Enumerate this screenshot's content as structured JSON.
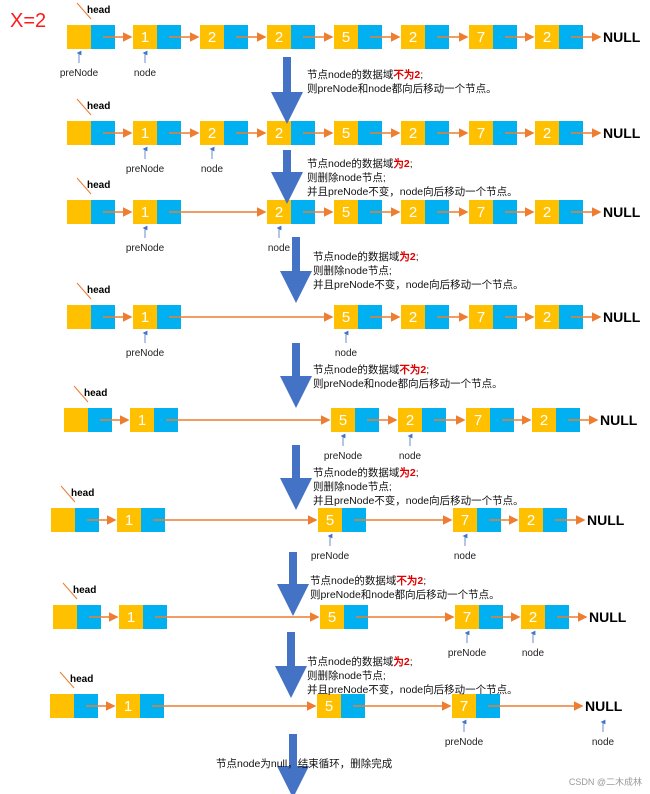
{
  "title": "X=2",
  "labels": {
    "null": "NULL",
    "head": "head",
    "preNode": "preNode",
    "node": "node"
  },
  "colors": {
    "data_cell": "#ffc000",
    "next_cell": "#00b0f0",
    "link": "#ed7d31",
    "step_arrow": "#4472c4",
    "highlight": "#e00000"
  },
  "notes": [
    {
      "id": "n1",
      "lines": [
        [
          "节点node的数据域",
          {
            "hl": "不为2"
          },
          ";"
        ],
        [
          "则preNode和node都向后移动一个节点。"
        ]
      ]
    },
    {
      "id": "n2",
      "lines": [
        [
          "节点node的数据域",
          {
            "hl": "为2"
          },
          ";"
        ],
        [
          "则删除node节点;"
        ],
        [
          "并且preNode不变，node向后移动一个节点。"
        ]
      ]
    },
    {
      "id": "n3",
      "lines": [
        [
          "节点node的数据域",
          {
            "hl": "为2"
          },
          ";"
        ],
        [
          "则删除node节点;"
        ],
        [
          "并且preNode不变，node向后移动一个节点。"
        ]
      ]
    },
    {
      "id": "n4",
      "lines": [
        [
          "节点node的数据域",
          {
            "hl": "不为2"
          },
          ";"
        ],
        [
          "则preNode和node都向后移动一个节点。"
        ]
      ]
    },
    {
      "id": "n5",
      "lines": [
        [
          "节点node的数据域",
          {
            "hl": "为2"
          },
          ";"
        ],
        [
          "则删除node节点;"
        ],
        [
          "并且preNode不变，node向后移动一个节点。"
        ]
      ]
    },
    {
      "id": "n6",
      "lines": [
        [
          "节点node的数据域",
          {
            "hl": "不为2"
          },
          ";"
        ],
        [
          "则preNode和node都向后移动一个节点。"
        ]
      ]
    },
    {
      "id": "n7",
      "lines": [
        [
          "节点node的数据域",
          {
            "hl": "为2"
          },
          ";"
        ],
        [
          "则删除node节点;"
        ],
        [
          "并且preNode不变，node向后移动一个节点。"
        ]
      ]
    },
    {
      "id": "n8",
      "lines": [
        [
          "节点node为null，结束循环，删除完成"
        ]
      ]
    }
  ],
  "rows": [
    {
      "values": [
        "",
        "1",
        "2",
        "2",
        "5",
        "2",
        "7",
        "2"
      ],
      "pre": 0,
      "node": 1
    },
    {
      "values": [
        "",
        "1",
        "2",
        "2",
        "5",
        "2",
        "7",
        "2"
      ],
      "pre": 1,
      "node": 2
    },
    {
      "values": [
        "",
        "1",
        "",
        "2",
        "5",
        "2",
        "7",
        "2"
      ],
      "pre": 1,
      "node": 3
    },
    {
      "values": [
        "",
        "1",
        "",
        "",
        "5",
        "2",
        "7",
        "2"
      ],
      "pre": 1,
      "node": 4
    },
    {
      "values": [
        "",
        "1",
        "",
        "",
        "5",
        "2",
        "7",
        "2"
      ],
      "pre": 4,
      "node": 5
    },
    {
      "values": [
        "",
        "1",
        "",
        "",
        "5",
        "",
        "7",
        "2"
      ],
      "pre": 4,
      "node": 6
    },
    {
      "values": [
        "",
        "1",
        "",
        "",
        "5",
        "",
        "7",
        "2"
      ],
      "pre": 6,
      "node": 7
    },
    {
      "values": [
        "",
        "1",
        "",
        "",
        "5",
        "",
        "7",
        ""
      ],
      "pre": 6,
      "node": 8
    }
  ],
  "watermark": "CSDN @二木成林"
}
